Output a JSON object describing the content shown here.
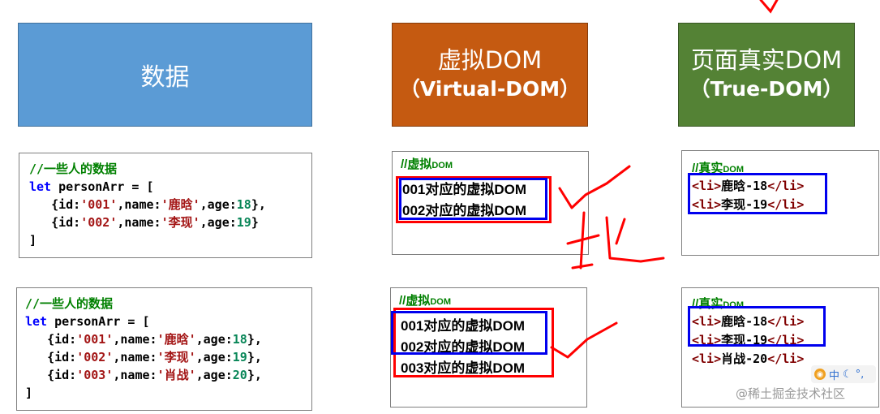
{
  "headers": {
    "data": "数据",
    "vdom_line1": "虚拟DOM",
    "vdom_line2": "（Virtual-DOM）",
    "tdom_line1": "页面真实DOM",
    "tdom_line2": "（True-DOM）"
  },
  "data_block_1": {
    "comment": "//一些人的数据",
    "decl": "let personArr = [",
    "rows": [
      {
        "id": "'001'",
        "name": "'鹿晗'",
        "age": "18",
        "trail": "},"
      },
      {
        "id": "'002'",
        "name": "'李现'",
        "age": "19",
        "trail": "}"
      }
    ],
    "close": "]"
  },
  "data_block_2": {
    "comment": "//一些人的数据",
    "decl": "let personArr = [",
    "rows": [
      {
        "id": "'001'",
        "name": "'鹿晗'",
        "age": "18",
        "trail": "},"
      },
      {
        "id": "'002'",
        "name": "'李现'",
        "age": "19",
        "trail": "},"
      },
      {
        "id": "'003'",
        "name": "'肖战'",
        "age": "20",
        "trail": "},"
      }
    ],
    "close": "]"
  },
  "code_tokens": {
    "open_id": "{id:",
    "name_key": ",name:",
    "age_key": ",age:"
  },
  "vdom_block_1": {
    "comment_prefix": "//虚拟",
    "comment_suffix": "DOM",
    "items": [
      "001对应的虚拟DOM",
      "002对应的虚拟DOM"
    ]
  },
  "vdom_block_2": {
    "comment_prefix": "//虚拟",
    "comment_suffix": "DOM",
    "items": [
      "001对应的虚拟DOM",
      "002对应的虚拟DOM",
      "003对应的虚拟DOM"
    ]
  },
  "tdom_block_1": {
    "comment_prefix": "//真实",
    "comment_suffix": "DOM",
    "items": [
      {
        "open": "<li>",
        "text": "鹿晗-18",
        "close": "</li>"
      },
      {
        "open": "<li>",
        "text": "李现-19",
        "close": "</li>"
      }
    ]
  },
  "tdom_block_2": {
    "comment_prefix": "//真实",
    "comment_suffix": "DOM",
    "items": [
      {
        "open": "<li>",
        "text": "鹿晗-18",
        "close": "</li>"
      },
      {
        "open": "<li>",
        "text": "李现-19",
        "close": "</li>"
      },
      {
        "open": "<li>",
        "text": "肖战-20",
        "close": "</li>"
      }
    ]
  },
  "watermark": "@稀土掘金技术社区",
  "ime_indicator": "中",
  "colors": {
    "data_header": "#5b9bd5",
    "vdom_header": "#c55a11",
    "tdom_header": "#548235",
    "highlight_red": "#ff0000",
    "highlight_blue": "#0000ee",
    "ink": "#ff0000"
  }
}
